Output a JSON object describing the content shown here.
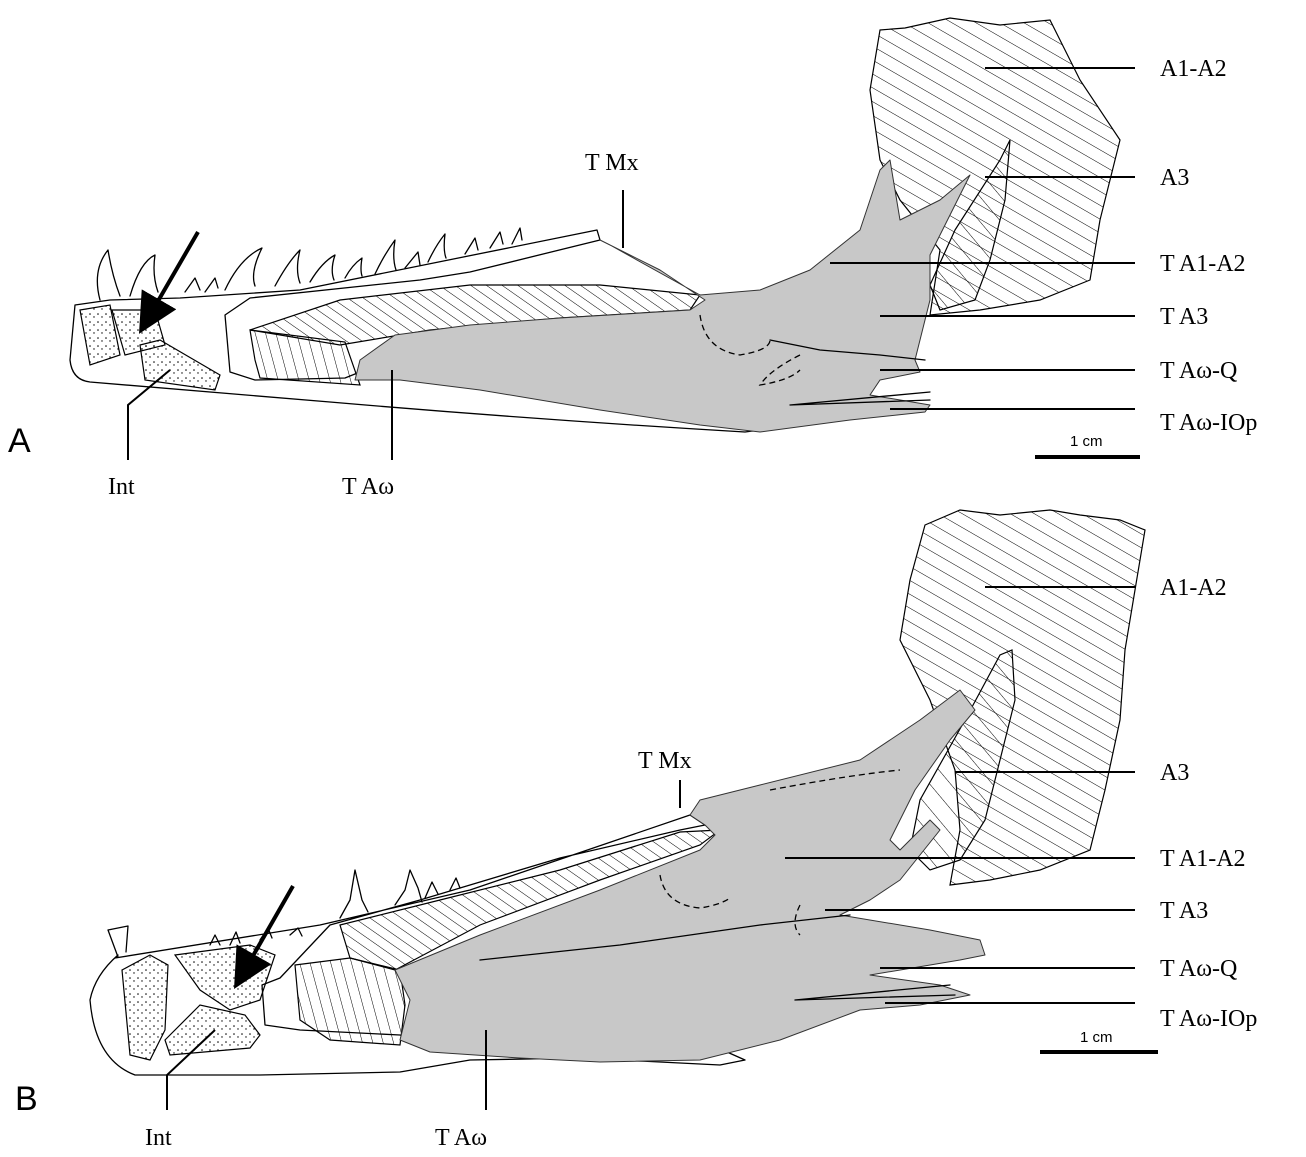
{
  "panels": [
    {
      "letter": "A",
      "scale_label": "1 cm",
      "labels": {
        "a1_a2": "A1-A2",
        "a3": "A3",
        "t_a1_a2": "T A1-A2",
        "t_a3": "T A3",
        "t_aw_q": "T Aω-Q",
        "t_aw_iop": "T Aω-IOp",
        "t_mx": "T Mx",
        "int": "Int",
        "t_aw": "T Aω"
      }
    },
    {
      "letter": "B",
      "scale_label": "1 cm",
      "labels": {
        "a1_a2": "A1-A2",
        "a3": "A3",
        "t_a1_a2": "T A1-A2",
        "t_a3": "T A3",
        "t_aw_q": "T Aω-Q",
        "t_aw_iop": "T Aω-IOp",
        "t_mx": "T Mx",
        "int": "Int",
        "t_aw": "T Aω"
      }
    }
  ],
  "colors": {
    "tendon_fill": "#c8c8c8",
    "line": "#000000",
    "background": "#ffffff"
  }
}
